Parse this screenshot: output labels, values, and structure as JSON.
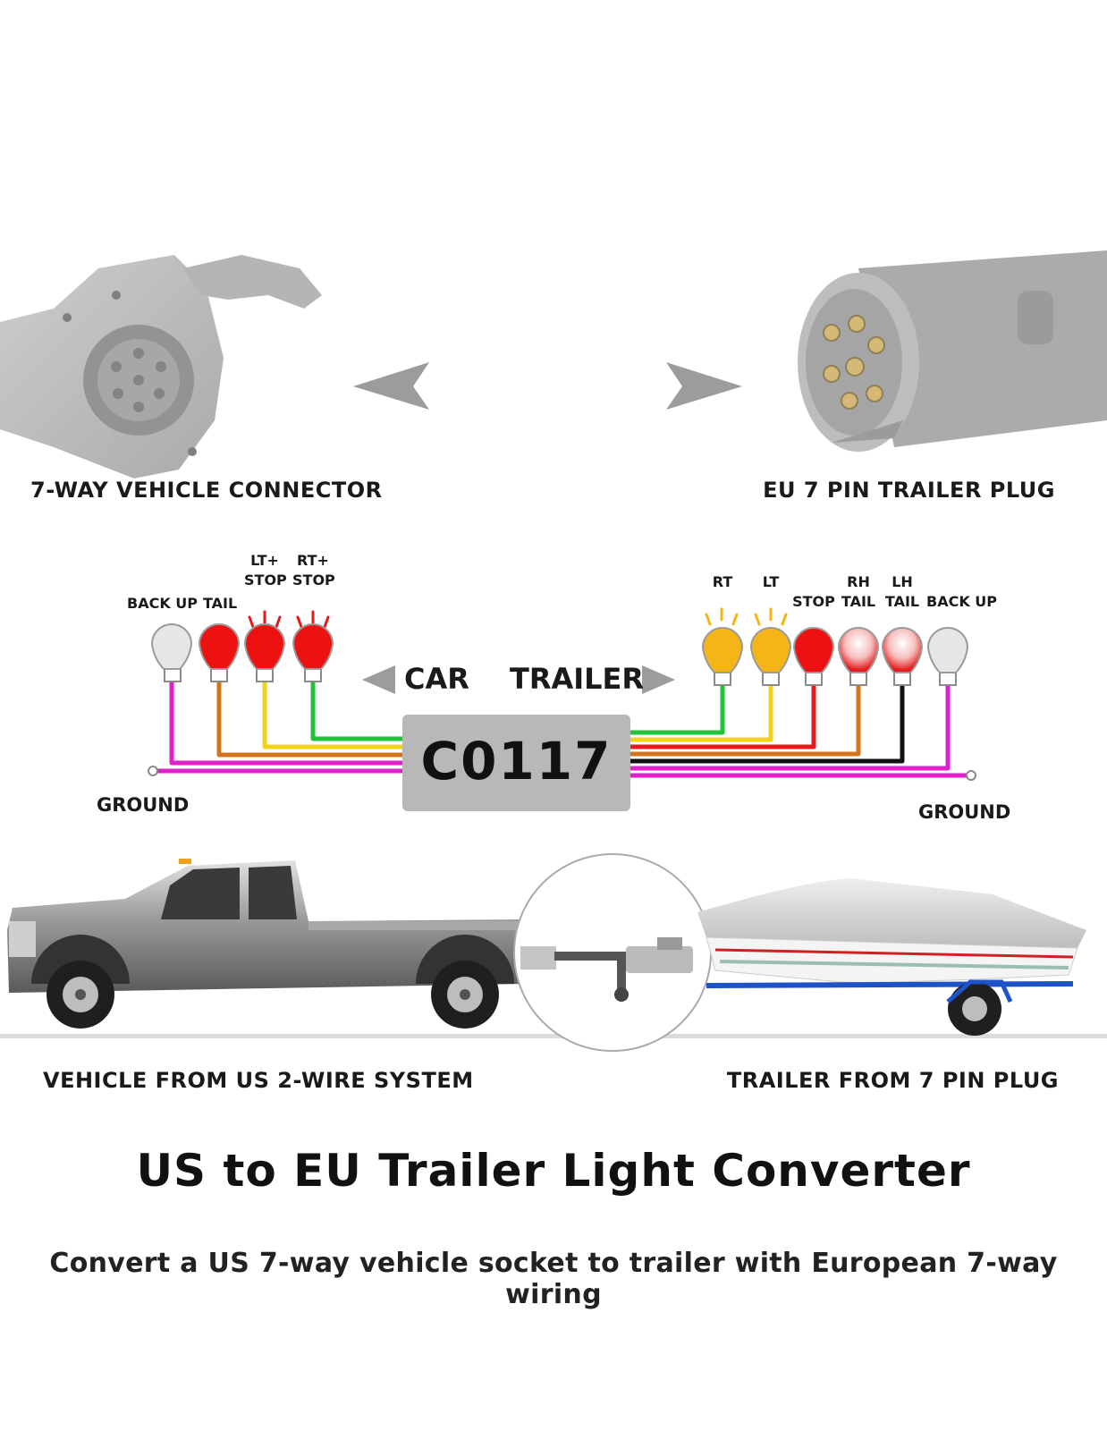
{
  "connectors": {
    "left_label": "7-WAY VEHICLE CONNECTOR",
    "right_label": "EU 7 PIN TRAILER PLUG"
  },
  "car_side": {
    "bulbs": [
      {
        "label": "BACK UP",
        "color": "#e6e6e6"
      },
      {
        "label": "TAIL",
        "color": "#ee1111"
      },
      {
        "label_top": "LT+",
        "label": "STOP",
        "color": "#ee1111"
      },
      {
        "label_top": "RT+",
        "label": "STOP",
        "color": "#ee1111"
      }
    ],
    "ground_label": "GROUND",
    "direction_label": "CAR"
  },
  "trailer_side": {
    "bulbs": [
      {
        "label": "RT",
        "color": "#f5b516"
      },
      {
        "label": "LT",
        "color": "#f5b516"
      },
      {
        "label": "STOP",
        "color": "#ee1111"
      },
      {
        "label_top": "RH",
        "label": "TAIL",
        "color": "#ee1111"
      },
      {
        "label_top": "LH",
        "label": "TAIL",
        "color": "#ee1111"
      },
      {
        "label": "BACK UP",
        "color": "#e6e6e6"
      }
    ],
    "ground_label": "GROUND",
    "direction_label": "TRAILER"
  },
  "converter": {
    "model": "C0117",
    "box_color": "#b8b8b8"
  },
  "wire_colors": {
    "magenta": "#e020c8",
    "brown": "#d2741c",
    "yellow": "#f2d21a",
    "green": "#22c23a",
    "red": "#e61a1a",
    "black": "#111111"
  },
  "vehicles": {
    "left_caption": "VEHICLE FROM US 2-WIRE SYSTEM",
    "right_caption": "TRAILER FROM 7 PIN PLUG"
  },
  "title": "US to EU Trailer Light Converter",
  "subtitle": "Convert a US 7-way vehicle socket to trailer with European 7-way wiring"
}
